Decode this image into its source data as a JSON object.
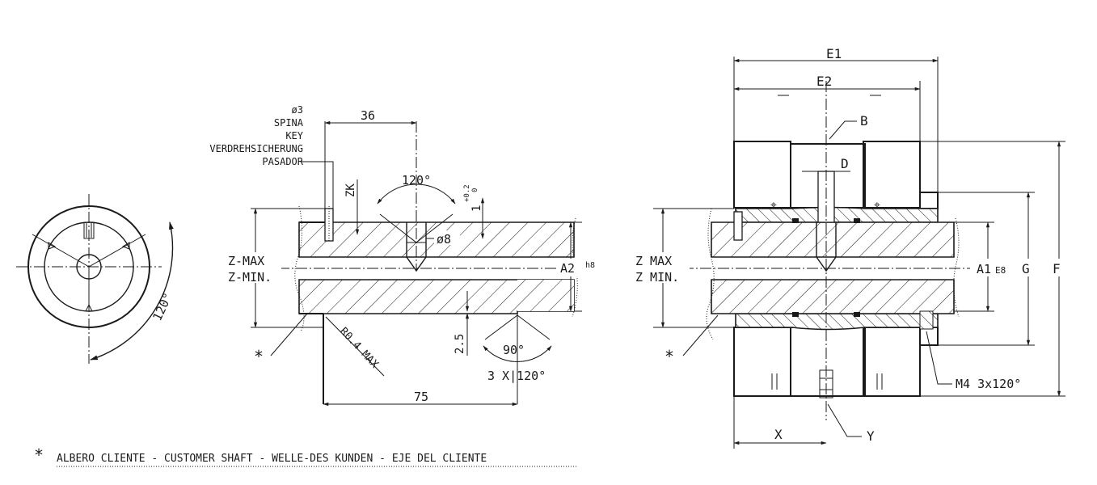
{
  "end_view": {
    "angle_label": "120°"
  },
  "shaft_section": {
    "pin_label_lines": [
      "ø3",
      "SPINA",
      "KEY",
      "VERDREHSICHERUNG",
      "PASADOR"
    ],
    "dim_36": "36",
    "dim_zk": "ZK",
    "angle_120": "120°",
    "tolerance_upper": "+0.2",
    "tolerance_lower": "0",
    "dim_1": "1",
    "hole_dia": "ø8",
    "z_max": "Z-MAX",
    "z_min": "Z-MIN.",
    "dim_a2": "A2",
    "fit_a2": "h8",
    "radius_note": "R0.4 MAX",
    "dim_25": "2.5",
    "angle_90": "90°",
    "hole_pattern": "3 X|120°",
    "dim_75": "75",
    "asterisk": "*"
  },
  "coupling_section": {
    "dim_e1": "E1",
    "dim_e2": "E2",
    "label_b": "B",
    "label_d": "D",
    "z_max": "Z MAX",
    "z_min": "Z MIN.",
    "dim_a1": "A1",
    "fit_a1": "E8",
    "dim_g": "G",
    "dim_f": "F",
    "screw_note": "M4 3x120°",
    "dim_x": "X",
    "label_y": "Y",
    "asterisk": "*"
  },
  "footnote": {
    "symbol": "*",
    "text": "ALBERO CLIENTE - CUSTOMER SHAFT - WELLE-DES KUNDEN - EJE DEL CLIENTE"
  }
}
